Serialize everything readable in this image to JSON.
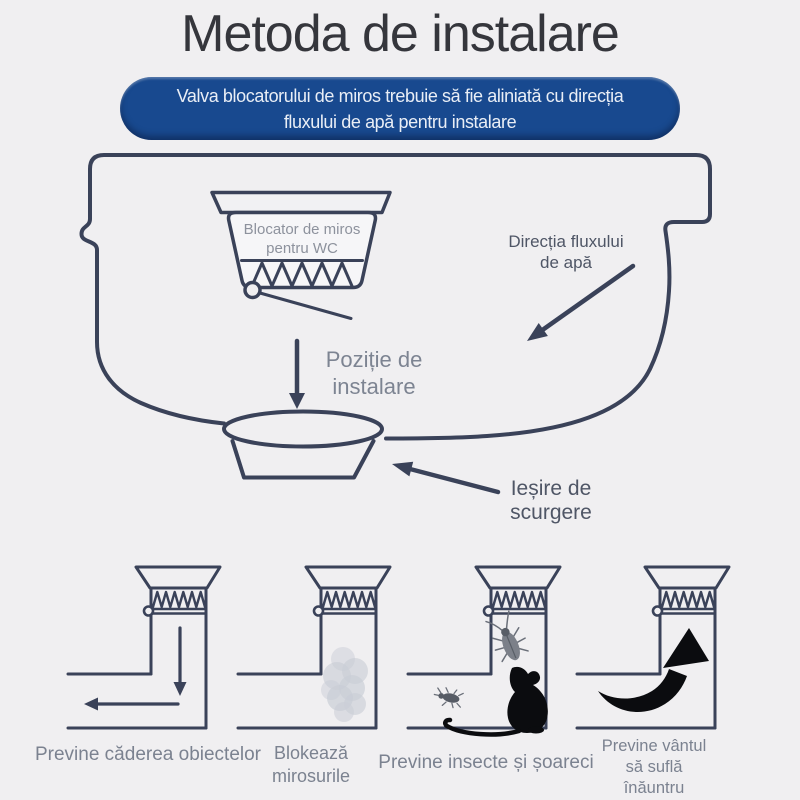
{
  "header": {
    "title": "Metoda de instalare",
    "banner_line1": "Valva blocatorului de miros trebuie să fie aliniată cu direcția",
    "banner_line2": "fluxului de apă pentru instalare"
  },
  "main_diagram": {
    "device_label": "Blocator de miros pentru WC",
    "flow_direction_label": "Direcția fluxului de apă",
    "install_position_label": "Poziție de instalare",
    "drain_outlet_label": "Ieșire de scurgere"
  },
  "benefits": [
    {
      "icon": "pipe-falling-objects-icon",
      "label": "Previne căderea obiectelor"
    },
    {
      "icon": "pipe-odor-smoke-icon",
      "label": "Blokează mirosurile"
    },
    {
      "icon": "pipe-insects-mice-icon",
      "label": "Previne insecte și șoareci"
    },
    {
      "icon": "pipe-wind-icon",
      "label": "Previne vântul să suflă înăuntru"
    }
  ],
  "colors": {
    "background": "#f0eff1",
    "outline": "#3a4259",
    "banner-blue": "#18498f",
    "banner-text": "#e9eef6",
    "title-text": "#35363c",
    "label-gray": "#7b8290",
    "label-gray-light": "#7d8492",
    "label-dark": "#4f5666",
    "device-label-gray": "#8d929d",
    "black": "#0b0c0f",
    "smoke": "#bfc4cf",
    "device-fill": "#f6f6f8"
  }
}
